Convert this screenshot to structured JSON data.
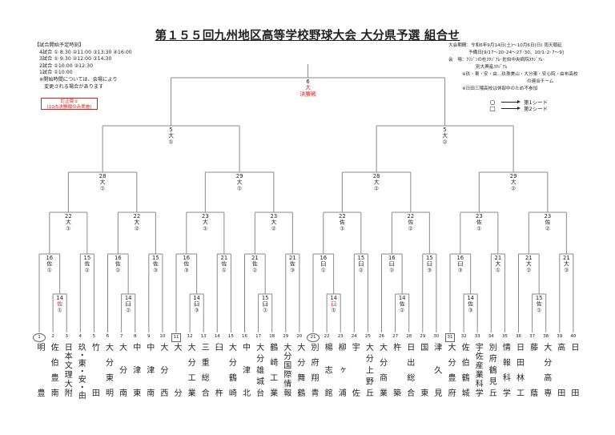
{
  "title": "第１５５回九州地区高等学校野球大会 大分県予選 組合せ",
  "schedule": {
    "heading": "【試合開始予定時刻】",
    "lines": [
      "4試合 ① 8:30 ②11:00 ③13:30 ④16:00",
      "3試合 ① 9:30 ②12:00 ③14:30",
      "2試合 ①10:00 ②12:30",
      "1試合 ①10:00"
    ],
    "note1": "※開始時間については、会場により",
    "note2": "変更される場合があります"
  },
  "correction": {
    "line1": "訂正版①",
    "line2": "(10/5決勝戦のみ実施)"
  },
  "info": {
    "period": "大会期間：令和6年9月14日(土)～10月6日(日) 雨天順延",
    "reserve": "予備日[9/17～20･24～27･30、10/1･2･7～9]",
    "venue1": "会　場：ｸﾗｼﾞﾝの杜ｽﾀｼﾞｱﾑ･佐伯中央病院ｽﾀｼﾞｱﾑ･",
    "venue2": "別大興産ｽﾀｼﾞｱﾑ",
    "joint1": "※玖・東・安・由…玖珠美山・大分東・安心院・由布高校",
    "joint2": "の連合チーム",
    "absent": "※日田三隈高校は休部中のため不参加"
  },
  "legend": [
    {
      "symbol": "○",
      "label": "第1シード"
    },
    {
      "symbol": "□",
      "label": "第2シード"
    }
  ],
  "colors": {
    "line": "#8a8a8a",
    "highlight": "#d22222",
    "text": "#222222"
  },
  "teams": [
    {
      "no": "1",
      "name": "明豊",
      "seed": 1
    },
    {
      "no": "2",
      "name": "佐伯豊南"
    },
    {
      "no": "3",
      "name": "日本文理大附"
    },
    {
      "no": "4",
      "name": "玖・東・安・由"
    },
    {
      "no": "5",
      "name": "竹田"
    },
    {
      "no": "6",
      "name": "大分東明"
    },
    {
      "no": "7",
      "name": "大分南"
    },
    {
      "no": "8",
      "name": "中津東"
    },
    {
      "no": "9",
      "name": "中津南"
    },
    {
      "no": "10",
      "name": "大分西"
    },
    {
      "no": "11",
      "name": "大分",
      "seed": 2
    },
    {
      "no": "12",
      "name": "大分工業"
    },
    {
      "no": "13",
      "name": "三重総合"
    },
    {
      "no": "14",
      "name": "臼杵"
    },
    {
      "no": "15",
      "name": "大分鶴崎"
    },
    {
      "no": "16",
      "name": "中津北"
    },
    {
      "no": "17",
      "name": "大分雄城台"
    },
    {
      "no": "18",
      "name": "鶴崎工業"
    },
    {
      "no": "19",
      "name": "大分国際情報"
    },
    {
      "no": "20",
      "name": "大分舞鶴"
    },
    {
      "no": "21",
      "name": "別府翔青",
      "seed": 1
    },
    {
      "no": "22",
      "name": "楊志館"
    },
    {
      "no": "23",
      "name": "柳ヶ浦"
    },
    {
      "no": "24",
      "name": "宇佐"
    },
    {
      "no": "25",
      "name": "大分上野丘"
    },
    {
      "no": "26",
      "name": "大分商業"
    },
    {
      "no": "27",
      "name": "杵築"
    },
    {
      "no": "28",
      "name": "日出総合"
    },
    {
      "no": "29",
      "name": "国東"
    },
    {
      "no": "30",
      "name": "津久見"
    },
    {
      "no": "31",
      "name": "大分豊府",
      "seed": 2
    },
    {
      "no": "32",
      "name": "佐伯鶴城"
    },
    {
      "no": "33",
      "name": "宇佐産業科学"
    },
    {
      "no": "34",
      "name": "別府鶴見丘"
    },
    {
      "no": "35",
      "name": "情報科学"
    },
    {
      "no": "36",
      "name": "日田林工"
    },
    {
      "no": "37",
      "name": "藤蔭"
    },
    {
      "no": "38",
      "name": "大分高専"
    },
    {
      "no": "39",
      "name": "高田"
    },
    {
      "no": "40",
      "name": "日田"
    }
  ],
  "bracket": {
    "root": "F",
    "matches": [
      {
        "id": "F",
        "date": "6",
        "venue": "大",
        "game": "決勝戦",
        "venue_red": true,
        "game_red": true,
        "children": [
          "S1",
          "S2"
        ]
      },
      {
        "id": "S1",
        "date": "5",
        "venue": "大",
        "game": "①",
        "children": [
          "Q1",
          "Q2"
        ]
      },
      {
        "id": "S2",
        "date": "5",
        "venue": "大",
        "game": "②",
        "children": [
          "Q3",
          "Q4"
        ]
      },
      {
        "id": "Q1",
        "date": "28",
        "venue": "大",
        "game": "①",
        "children": [
          "A",
          "B"
        ]
      },
      {
        "id": "Q2",
        "date": "29",
        "venue": "大",
        "game": "①",
        "children": [
          "C",
          "D"
        ]
      },
      {
        "id": "Q3",
        "date": "28",
        "venue": "大",
        "game": "②",
        "children": [
          "E",
          "F2"
        ]
      },
      {
        "id": "Q4",
        "date": "29",
        "venue": "大",
        "game": "②",
        "children": [
          "G",
          "H"
        ]
      },
      {
        "id": "A",
        "date": "22",
        "venue": "大",
        "game": "①",
        "children": [
          "A1",
          "A2"
        ]
      },
      {
        "id": "A1",
        "date": "16",
        "venue": "佐",
        "game": "①",
        "children": [
          "t1",
          "A0"
        ]
      },
      {
        "id": "A0",
        "date": "14",
        "venue": "佐",
        "game": "①",
        "venue_red": true,
        "children": [
          "t2",
          "t3"
        ]
      },
      {
        "id": "A2",
        "date": "15",
        "venue": "佐",
        "game": "②",
        "children": [
          "t4",
          "t5"
        ]
      },
      {
        "id": "B",
        "date": "22",
        "venue": "大",
        "game": "②",
        "children": [
          "B1",
          "B2"
        ]
      },
      {
        "id": "B1",
        "date": "16",
        "venue": "佐",
        "game": "②",
        "children": [
          "t6",
          "B0"
        ]
      },
      {
        "id": "B0",
        "date": "14",
        "venue": "臼",
        "game": "②",
        "children": [
          "t7",
          "t8"
        ]
      },
      {
        "id": "B2",
        "date": "15",
        "venue": "佐",
        "game": "③",
        "children": [
          "t9",
          "t10"
        ]
      },
      {
        "id": "C",
        "date": "23",
        "venue": "大",
        "game": "①",
        "children": [
          "C1",
          "C2"
        ]
      },
      {
        "id": "C1",
        "date": "16",
        "venue": "佐",
        "game": "③",
        "children": [
          "t11",
          "C0"
        ]
      },
      {
        "id": "C0",
        "date": "14",
        "venue": "臼",
        "game": "③",
        "children": [
          "t12",
          "t13"
        ]
      },
      {
        "id": "C2",
        "date": "21",
        "venue": "佐",
        "game": "①",
        "children": [
          "t14",
          "t15"
        ]
      },
      {
        "id": "D",
        "date": "23",
        "venue": "大",
        "game": "②",
        "children": [
          "D1",
          "D2"
        ]
      },
      {
        "id": "D1",
        "date": "21",
        "venue": "佐",
        "game": "②",
        "children": [
          "t16",
          "D0"
        ]
      },
      {
        "id": "D0",
        "date": "15",
        "venue": "臼",
        "game": "①",
        "children": [
          "t17",
          "t18"
        ]
      },
      {
        "id": "D2",
        "date": "21",
        "venue": "佐",
        "game": "③",
        "children": [
          "t19",
          "t20"
        ]
      },
      {
        "id": "E",
        "date": "22",
        "venue": "佐",
        "game": "①",
        "children": [
          "E1",
          "E2"
        ]
      },
      {
        "id": "E1",
        "date": "16",
        "venue": "臼",
        "game": "①",
        "children": [
          "t21",
          "E0"
        ]
      },
      {
        "id": "E0",
        "date": "14",
        "venue": "臼",
        "game": "①",
        "venue_red": true,
        "children": [
          "t22",
          "t23"
        ]
      },
      {
        "id": "E2",
        "date": "15",
        "venue": "臼",
        "game": "②",
        "children": [
          "t24",
          "t25"
        ]
      },
      {
        "id": "F2",
        "date": "22",
        "venue": "佐",
        "game": "②",
        "children": [
          "F1",
          "F3"
        ]
      },
      {
        "id": "F1",
        "date": "16",
        "venue": "臼",
        "game": "②",
        "children": [
          "t26",
          "F0"
        ]
      },
      {
        "id": "F0",
        "date": "14",
        "venue": "佐",
        "game": "②",
        "children": [
          "t27",
          "t28"
        ]
      },
      {
        "id": "F3",
        "date": "15",
        "venue": "臼",
        "game": "③",
        "children": [
          "t29",
          "t30"
        ]
      },
      {
        "id": "G",
        "date": "23",
        "venue": "佐",
        "game": "①",
        "children": [
          "G1",
          "G2"
        ]
      },
      {
        "id": "G1",
        "date": "16",
        "venue": "臼",
        "game": "③",
        "children": [
          "t31",
          "G0"
        ]
      },
      {
        "id": "G0",
        "date": "14",
        "venue": "佐",
        "game": "③",
        "children": [
          "t32",
          "t33"
        ]
      },
      {
        "id": "G2",
        "date": "21",
        "venue": "大",
        "game": "①",
        "children": [
          "t34",
          "t35"
        ]
      },
      {
        "id": "H",
        "date": "23",
        "venue": "佐",
        "game": "②",
        "children": [
          "H1",
          "H2"
        ]
      },
      {
        "id": "H1",
        "date": "21",
        "venue": "大",
        "game": "②",
        "children": [
          "t36",
          "H0"
        ]
      },
      {
        "id": "H0",
        "date": "15",
        "venue": "佐",
        "game": "①",
        "children": [
          "t37",
          "t38"
        ]
      },
      {
        "id": "H2",
        "date": "21",
        "venue": "大",
        "game": "③",
        "children": [
          "t39",
          "t40"
        ]
      }
    ]
  }
}
